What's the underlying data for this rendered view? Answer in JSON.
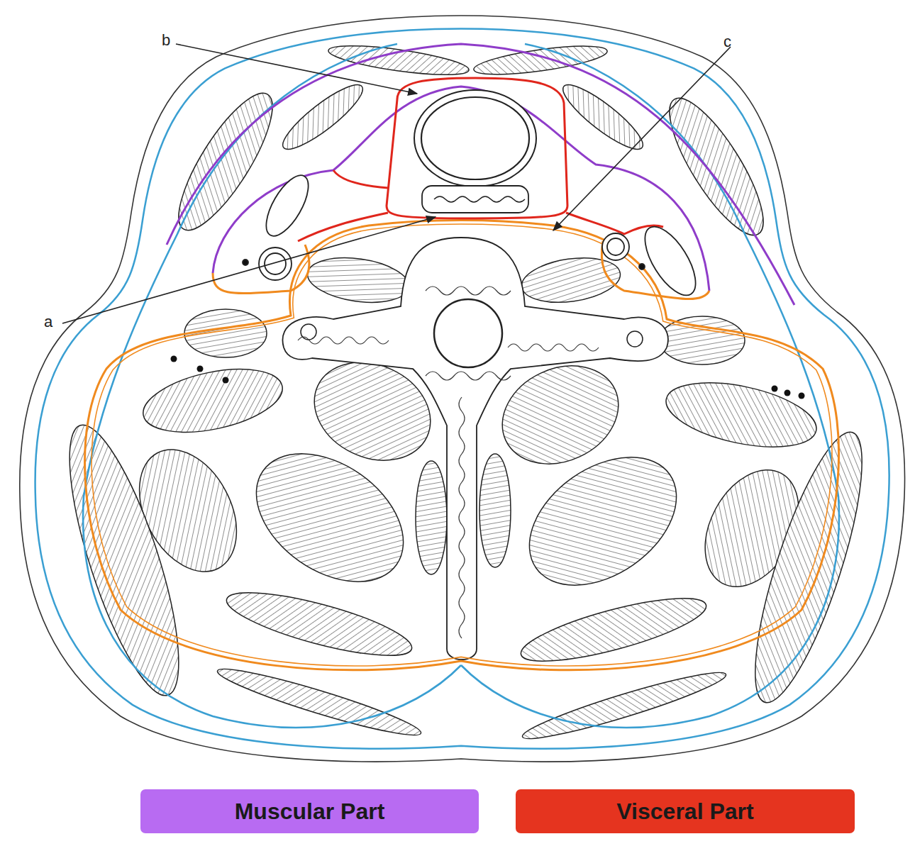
{
  "diagram": {
    "labels": [
      "b",
      "c",
      "a"
    ],
    "legend": [
      {
        "text": "Muscular Part",
        "color": "#b86bf2"
      },
      {
        "text": "Visceral Part",
        "color": "#e5341f"
      }
    ]
  }
}
